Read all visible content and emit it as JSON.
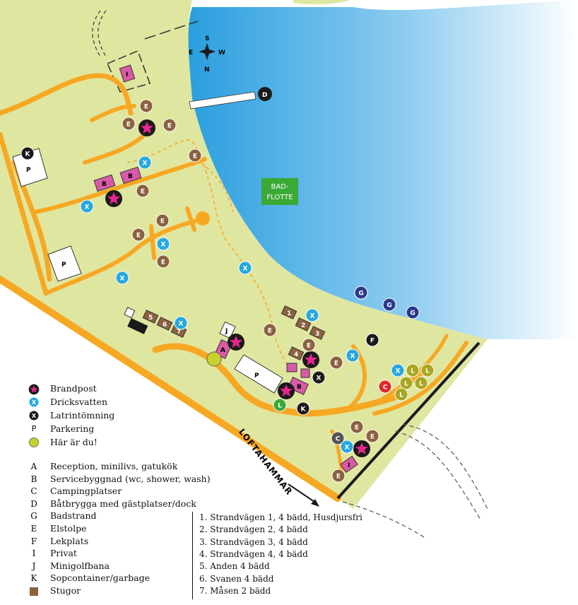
{
  "compass": {
    "n": "N",
    "s": "S",
    "e": "E",
    "w": "W"
  },
  "float_label_1": "BAD-",
  "float_label_2": "FLOTTE",
  "road_label": "LOFTAHAMMAR",
  "colors": {
    "land": "#dfe6a0",
    "road": "#f7a823",
    "water_dark": "#2a9fdf",
    "water_light": "#ffffff",
    "fire_hydrant": "#e8268f",
    "drinking_water": "#27a8e0",
    "electric_pole": "#8b6240",
    "cabin": "#8b6240",
    "building_pink": "#d85aa6",
    "parking": "#ffffff",
    "float": "#3aa935",
    "beach": "#2b3a8c",
    "playground": "#1a1a1a",
    "you_are_here": "#c8d22a",
    "campsite_l": "#a8a623",
    "minigolf": "#1a1a1a"
  },
  "map_letters": {
    "parking": "P",
    "electric": "E",
    "water": "X",
    "beach": "G",
    "dock": "D",
    "garbage": "K",
    "private": "I",
    "service": "B",
    "reception": "A",
    "minigolf": "J",
    "playground": "F",
    "campsite": "L",
    "campsite_c": "C",
    "cabin_numbers": [
      "1",
      "2",
      "3",
      "4",
      "5",
      "6",
      "7"
    ]
  },
  "legend_symbols": [
    {
      "icon": "star-icon",
      "text": "Brandpost"
    },
    {
      "icon": "water-icon",
      "symbol": "X",
      "text": "Dricksvatten"
    },
    {
      "icon": "latrine-icon",
      "symbol": "X",
      "text": "Latrintömning"
    },
    {
      "icon": "parking-icon",
      "symbol": "P",
      "text": "Parkering"
    },
    {
      "icon": "you-are-here-icon",
      "text": "Här är du!"
    }
  ],
  "legend_letters": [
    {
      "letter": "A",
      "text": "Reception, minilivs, gatukök"
    },
    {
      "letter": "B",
      "text": "Servicebyggnad (wc, shower, wash)"
    },
    {
      "letter": "C",
      "text": "Campingplatser"
    },
    {
      "letter": "D",
      "text": "Båtbrygga med gästplatser/dock"
    },
    {
      "letter": "G",
      "text": "Badstrand"
    },
    {
      "letter": "E",
      "text": "Elstolpe"
    },
    {
      "letter": "F",
      "text": "Lekplats"
    },
    {
      "letter": "I",
      "text": "Privat"
    },
    {
      "letter": "J",
      "text": "Minigolfbana"
    },
    {
      "letter": "K",
      "text": "Sopcontainer/garbage"
    },
    {
      "letter": "",
      "text": "Stugor"
    }
  ],
  "cabins": [
    "1. Strandvägen 1,  4 bädd, Husdjursfri",
    "2. Strandvägen 2,  4 bädd",
    "3. Strandvägen 3,  4 bädd",
    "4. Strandvägen 4,  4 bädd",
    "5. Anden  4 bädd",
    "6. Svanen 4 bädd",
    "7. Måsen  2 bädd"
  ]
}
